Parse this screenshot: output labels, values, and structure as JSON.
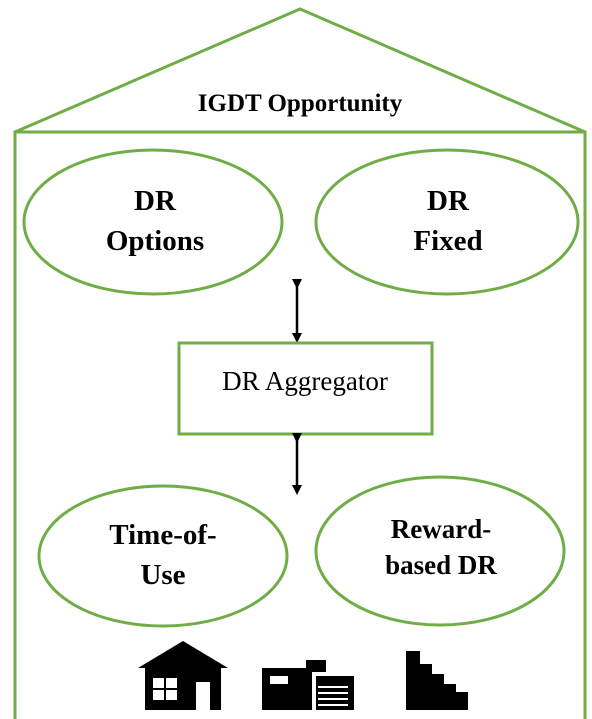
{
  "roof": {
    "title": "IGDT Opportunity"
  },
  "top_ellipses": [
    {
      "lines": [
        "DR",
        "Options"
      ]
    },
    {
      "lines": [
        "DR",
        "Fixed"
      ]
    }
  ],
  "aggregator": {
    "label": "DR Aggregator"
  },
  "bottom_ellipses": [
    {
      "lines": [
        "Time-of-",
        "Use"
      ]
    },
    {
      "lines": [
        "Reward-",
        "based DR"
      ]
    }
  ],
  "buildings": [
    {
      "icon": "house-icon"
    },
    {
      "icon": "commercial-building-icon"
    },
    {
      "icon": "industrial-building-icon"
    }
  ],
  "colors": {
    "outline": "#70ad47",
    "text": "#000000"
  }
}
